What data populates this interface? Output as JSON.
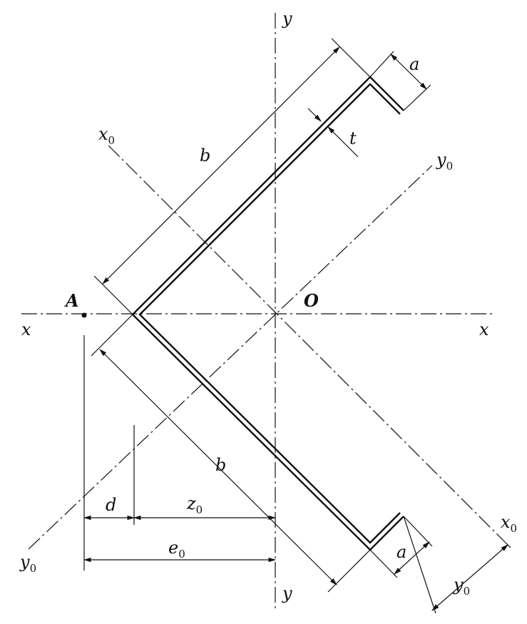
{
  "labels": {
    "axis_x": "x",
    "axis_y": "y",
    "axis_x0": "x",
    "axis_y0": "y",
    "subscript_zero": "0",
    "point_A": "A",
    "origin_O": "O",
    "dim_b": "b",
    "dim_a": "a",
    "dim_t": "t",
    "dim_d": "d",
    "dim_z0": "z",
    "dim_e0": "e"
  }
}
